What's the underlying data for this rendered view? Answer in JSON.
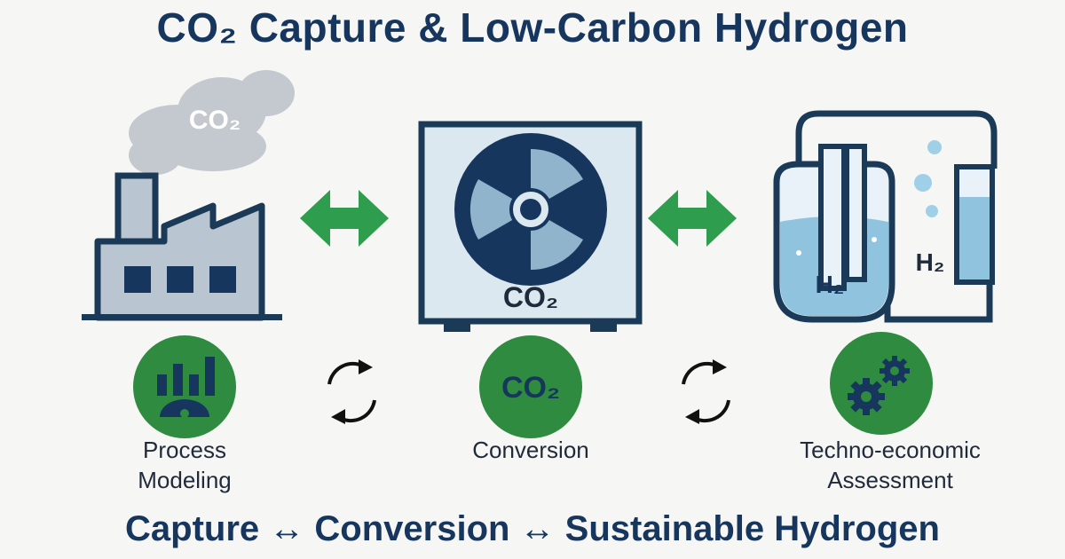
{
  "title": "CO₂ Capture & Low-Carbon Hydrogen",
  "subtitle": "Capture ↔ Conversion ↔ Sustainable Hydrogen",
  "factory": {
    "cloud_label": "CO₂"
  },
  "capture_unit": {
    "label": "CO₂"
  },
  "electrolyzer": {
    "label_left": "H₂",
    "label_right": "H₂"
  },
  "steps": [
    {
      "label": "Process\nModeling",
      "icon": "bar-chart-gear-icon",
      "color": "#2e8b3f"
    },
    {
      "label": "Conversion",
      "icon_text": "CO₂",
      "color": "#2e8b3f"
    },
    {
      "label": "Techno-economic\nAssessment",
      "icon": "gears-icon",
      "color": "#2e8b3f"
    }
  ],
  "colors": {
    "title": "#17365d",
    "accent_green": "#2e9e4e",
    "navy": "#1b3a57",
    "steel": "#b9c5d1",
    "water": "#8fc3de"
  }
}
